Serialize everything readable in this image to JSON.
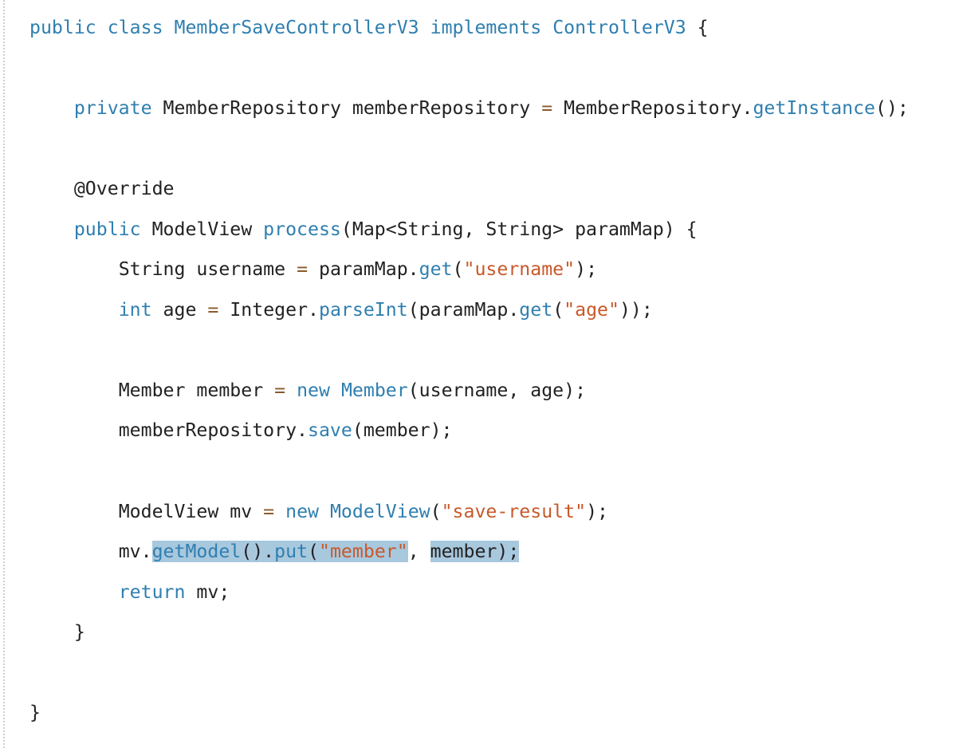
{
  "code": {
    "language": "java",
    "lines": [
      {
        "indent": 0,
        "tokens": [
          {
            "t": "public",
            "k": "kw"
          },
          {
            "t": " ",
            "k": "plain"
          },
          {
            "t": "class",
            "k": "kw"
          },
          {
            "t": " ",
            "k": "plain"
          },
          {
            "t": "MemberSaveControllerV3",
            "k": "ty"
          },
          {
            "t": " ",
            "k": "plain"
          },
          {
            "t": "implements",
            "k": "kw"
          },
          {
            "t": " ",
            "k": "plain"
          },
          {
            "t": "ControllerV3",
            "k": "ty"
          },
          {
            "t": " {",
            "k": "plain"
          }
        ]
      },
      {
        "indent": 0,
        "tokens": []
      },
      {
        "indent": 1,
        "tokens": [
          {
            "t": "private",
            "k": "kw"
          },
          {
            "t": " MemberRepository memberRepository ",
            "k": "plain"
          },
          {
            "t": "=",
            "k": "op"
          },
          {
            "t": " MemberRepository.",
            "k": "plain"
          },
          {
            "t": "getInstance",
            "k": "fn"
          },
          {
            "t": "();",
            "k": "plain"
          }
        ]
      },
      {
        "indent": 0,
        "tokens": []
      },
      {
        "indent": 1,
        "tokens": [
          {
            "t": "@Override",
            "k": "plain"
          }
        ]
      },
      {
        "indent": 1,
        "tokens": [
          {
            "t": "public",
            "k": "kw"
          },
          {
            "t": " ModelView ",
            "k": "plain"
          },
          {
            "t": "process",
            "k": "fn"
          },
          {
            "t": "(Map<String, String> paramMap) {",
            "k": "plain"
          }
        ]
      },
      {
        "indent": 2,
        "tokens": [
          {
            "t": "String username ",
            "k": "plain"
          },
          {
            "t": "=",
            "k": "op"
          },
          {
            "t": " paramMap.",
            "k": "plain"
          },
          {
            "t": "get",
            "k": "fn"
          },
          {
            "t": "(",
            "k": "plain"
          },
          {
            "t": "\"username\"",
            "k": "str"
          },
          {
            "t": ");",
            "k": "plain"
          }
        ]
      },
      {
        "indent": 2,
        "tokens": [
          {
            "t": "int",
            "k": "kw"
          },
          {
            "t": " age ",
            "k": "plain"
          },
          {
            "t": "=",
            "k": "op"
          },
          {
            "t": " Integer.",
            "k": "plain"
          },
          {
            "t": "parseInt",
            "k": "fn"
          },
          {
            "t": "(paramMap.",
            "k": "plain"
          },
          {
            "t": "get",
            "k": "fn"
          },
          {
            "t": "(",
            "k": "plain"
          },
          {
            "t": "\"age\"",
            "k": "str"
          },
          {
            "t": "));",
            "k": "plain"
          }
        ]
      },
      {
        "indent": 0,
        "tokens": []
      },
      {
        "indent": 2,
        "tokens": [
          {
            "t": "Member member ",
            "k": "plain"
          },
          {
            "t": "=",
            "k": "op"
          },
          {
            "t": " ",
            "k": "plain"
          },
          {
            "t": "new",
            "k": "kw"
          },
          {
            "t": " ",
            "k": "plain"
          },
          {
            "t": "Member",
            "k": "ty"
          },
          {
            "t": "(username, age);",
            "k": "plain"
          }
        ]
      },
      {
        "indent": 2,
        "tokens": [
          {
            "t": "memberRepository.",
            "k": "plain"
          },
          {
            "t": "save",
            "k": "fn"
          },
          {
            "t": "(member);",
            "k": "plain"
          }
        ]
      },
      {
        "indent": 0,
        "tokens": []
      },
      {
        "indent": 2,
        "tokens": [
          {
            "t": "ModelView mv ",
            "k": "plain"
          },
          {
            "t": "=",
            "k": "op"
          },
          {
            "t": " ",
            "k": "plain"
          },
          {
            "t": "new",
            "k": "kw"
          },
          {
            "t": " ",
            "k": "plain"
          },
          {
            "t": "ModelView",
            "k": "ty"
          },
          {
            "t": "(",
            "k": "plain"
          },
          {
            "t": "\"save-result\"",
            "k": "str"
          },
          {
            "t": ");",
            "k": "plain"
          }
        ]
      },
      {
        "indent": 2,
        "tokens": [
          {
            "t": "mv.",
            "k": "plain"
          },
          {
            "t": "getModel",
            "k": "fn",
            "sel": true
          },
          {
            "t": "().",
            "k": "plain",
            "sel": true
          },
          {
            "t": "put",
            "k": "fn",
            "sel": true
          },
          {
            "t": "(",
            "k": "plain",
            "sel": true
          },
          {
            "t": "\"member\"",
            "k": "str",
            "sel": true
          },
          {
            "t": ", ",
            "k": "plain"
          },
          {
            "t": "member",
            "k": "plain",
            "sel": true
          },
          {
            "t": ");",
            "k": "plain",
            "sel": true
          }
        ]
      },
      {
        "indent": 2,
        "tokens": [
          {
            "t": "return",
            "k": "kw"
          },
          {
            "t": " mv;",
            "k": "plain"
          }
        ]
      },
      {
        "indent": 1,
        "tokens": [
          {
            "t": "}",
            "k": "plain"
          }
        ]
      },
      {
        "indent": 0,
        "tokens": []
      },
      {
        "indent": 0,
        "tokens": [
          {
            "t": "}",
            "k": "plain"
          }
        ]
      }
    ]
  },
  "colors": {
    "keyword": "#2f7fb0",
    "string": "#c8592a",
    "operator": "#8a5a2b",
    "text": "#222222",
    "selection": "#a8c8de",
    "border": "#cfcfcf"
  }
}
